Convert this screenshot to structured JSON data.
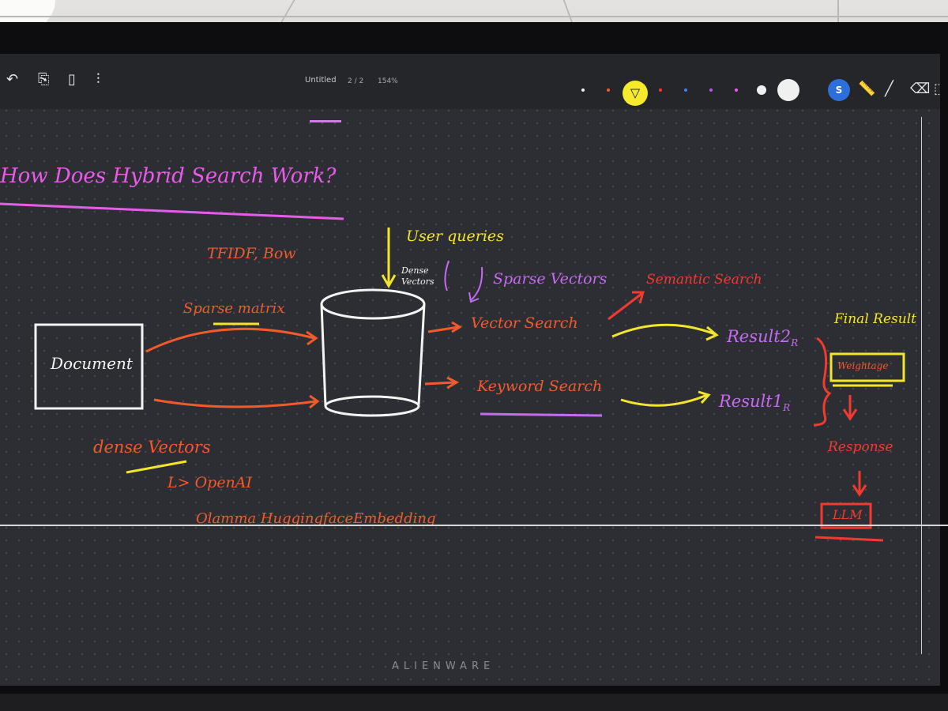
{
  "app": {
    "doc_title": "Untitled",
    "page_indicator": "2 / 2",
    "zoom": "154%",
    "avatar_initial": "S",
    "brand": "ALIENWARE"
  },
  "toolbar": {
    "left_icons": [
      "undo-icon",
      "clipboard-icon",
      "document-icon",
      "sliders-icon"
    ],
    "right_icons": [
      "highlighter-icon",
      "ruler-icon",
      "pen-icon",
      "eraser-icon",
      "lasso-icon"
    ],
    "palette_colors": [
      "#f2f2f2",
      "#f25a2b",
      "#f5ea2b",
      "#f23a30",
      "#4a7df0",
      "#b45cf0",
      "#e85bea"
    ]
  },
  "canvas": {
    "title": "How Does Hybrid Search Work?",
    "tfidf_label": "TFIDF, Bow",
    "user_queries": "User queries",
    "dense_vectors_small": "Dense Vectors",
    "sparse_vectors": "Sparse Vectors",
    "semantic_search": "Semantic Search",
    "sparse_matrix": "Sparse matrix",
    "document_box": "Document",
    "vector_search": "Vector Search",
    "keyword_search": "Keyword Search",
    "result2": "Result2",
    "result2_sub": "R",
    "result1": "Result1",
    "result1_sub": "R",
    "final_result": "Final Result",
    "weightage": "Weightage",
    "response": "Response",
    "llm": "LLM",
    "dense_vectors": "dense Vectors",
    "openai": "L> OpenAI",
    "embedding_models": "Olamma HuggingfaceEmbedding"
  },
  "colors": {
    "pink": "#e85bea",
    "orange": "#f25a2b",
    "yellow": "#f2e52e",
    "violet": "#c56bf2",
    "red": "#f23a30",
    "white": "#f4f4f4"
  }
}
